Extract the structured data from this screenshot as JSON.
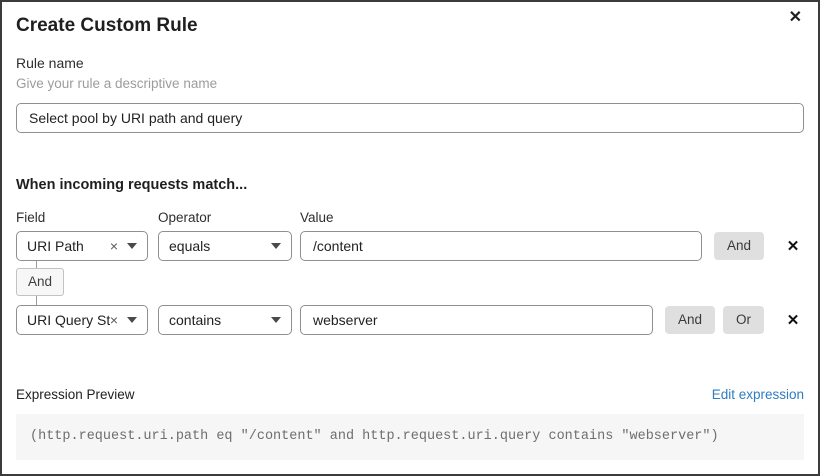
{
  "dialog": {
    "title": "Create Custom Rule"
  },
  "icons": {
    "close": "✕",
    "clear": "×"
  },
  "rule_name": {
    "label": "Rule name",
    "helper": "Give your rule a descriptive name",
    "value": "Select pool by URI path and query"
  },
  "matcher": {
    "heading": "When incoming requests match...",
    "columns": {
      "field": "Field",
      "operator": "Operator",
      "value": "Value"
    },
    "rows": [
      {
        "field": "URI Path",
        "operator": "equals",
        "value": "/content",
        "buttons": [
          "And"
        ]
      },
      {
        "field": "URI Query St...",
        "operator": "contains",
        "value": "webserver",
        "buttons": [
          "And",
          "Or"
        ]
      }
    ],
    "connector_label": "And"
  },
  "expression": {
    "label": "Expression Preview",
    "edit_link": "Edit expression",
    "code": "(http.request.uri.path eq \"/content\" and http.request.uri.query contains \"webserver\")"
  },
  "colors": {
    "link": "#2f7cc0",
    "button_bg": "#dfdfdf",
    "code_bg": "#f6f6f7"
  }
}
